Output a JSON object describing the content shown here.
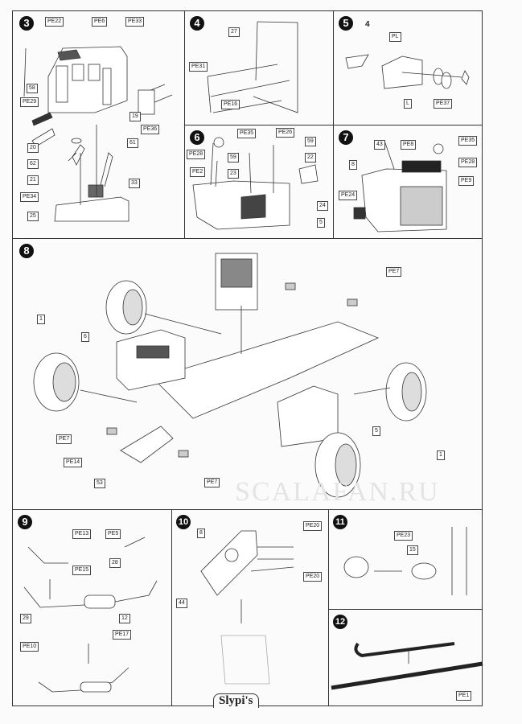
{
  "watermark": "SCALAFAN.RU",
  "logo": "Slypi's",
  "steps": {
    "s3": {
      "number": "3",
      "labels": [
        "PE22",
        "PE6",
        "PE33",
        "58",
        "PE29",
        "19",
        "PE36",
        "20",
        "61",
        "62",
        "21",
        "33",
        "PE34",
        "25"
      ]
    },
    "s4": {
      "number": "4",
      "labels": [
        "27",
        "PE31",
        "PE16"
      ]
    },
    "s5": {
      "number": "5",
      "labels": [
        "4",
        "PL",
        "L",
        "PE37"
      ]
    },
    "s6": {
      "number": "6",
      "labels": [
        "PE35",
        "PE26",
        "59",
        "PE28",
        "59",
        "22",
        "PE2",
        "23",
        "24",
        "5"
      ]
    },
    "s7": {
      "number": "7",
      "labels": [
        "43",
        "PE8",
        "PE35",
        "8",
        "PE28",
        "PE9",
        "PE24"
      ]
    },
    "s8": {
      "number": "8",
      "labels": [
        "PE7",
        "1",
        "6",
        "PE7",
        "5",
        "1",
        "PE14",
        "53",
        "PE7"
      ]
    },
    "s9": {
      "number": "9",
      "labels": [
        "PE13",
        "PE5",
        "PE15",
        "28",
        "29",
        "12",
        "PE17",
        "PE10"
      ]
    },
    "s10": {
      "number": "10",
      "labels": [
        "8",
        "PE20",
        "PE20",
        "44"
      ]
    },
    "s11": {
      "number": "11",
      "labels": [
        "PE23",
        "15"
      ]
    },
    "s12": {
      "number": "12",
      "labels": [
        "PE1"
      ]
    }
  }
}
